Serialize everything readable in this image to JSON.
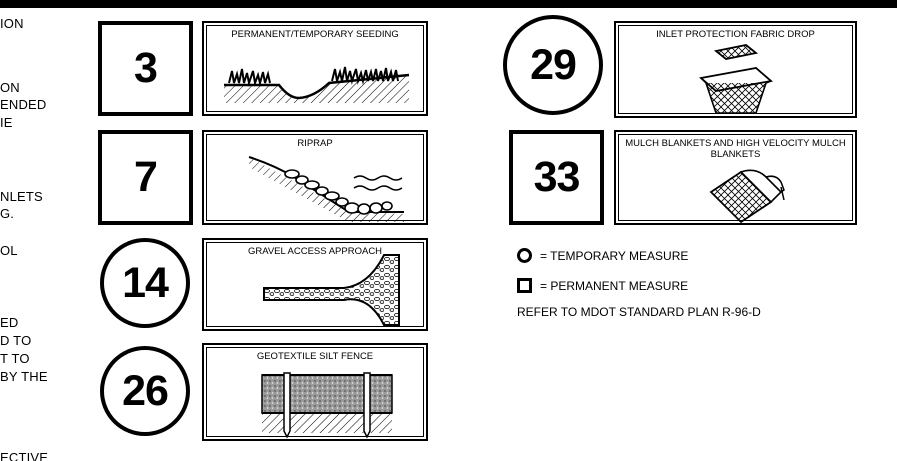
{
  "left_text_fragments": [
    "ION",
    "ON",
    "ENDED",
    "IE",
    "NLETS",
    "G.",
    "OL",
    "ED",
    "D TO",
    "T TO",
    "BY THE",
    "ECTIVE"
  ],
  "measures": [
    {
      "number": "3",
      "shape": "square",
      "title": "PERMANENT/TEMPORARY SEEDING",
      "icon": "seeding-illustration"
    },
    {
      "number": "7",
      "shape": "square",
      "title": "RIPRAP",
      "icon": "riprap-illustration"
    },
    {
      "number": "14",
      "shape": "circle",
      "title": "GRAVEL ACCESS APPROACH",
      "icon": "gravel-access-illustration"
    },
    {
      "number": "26",
      "shape": "circle",
      "title": "GEOTEXTILE SILT FENCE",
      "icon": "silt-fence-illustration"
    },
    {
      "number": "29",
      "shape": "circle",
      "title": "INLET PROTECTION FABRIC DROP",
      "icon": "inlet-protection-illustration"
    },
    {
      "number": "33",
      "shape": "square",
      "title": "MULCH BLANKETS AND HIGH VELOCITY MULCH BLANKETS",
      "icon": "mulch-blanket-illustration"
    }
  ],
  "legend": {
    "temporary": "= TEMPORARY MEASURE",
    "permanent": "= PERMANENT MEASURE",
    "reference": "REFER TO MDOT STANDARD PLAN R-96-D"
  }
}
